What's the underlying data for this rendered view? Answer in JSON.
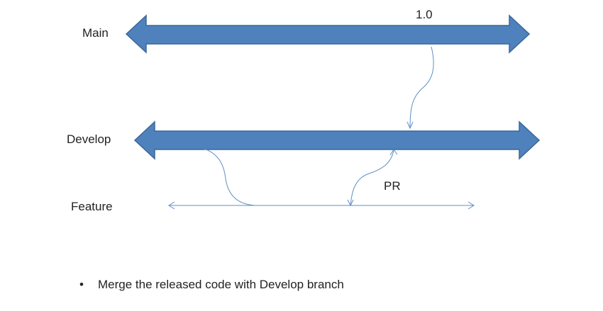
{
  "branches": {
    "main": {
      "label": "Main"
    },
    "develop": {
      "label": "Develop"
    },
    "feature": {
      "label": "Feature"
    }
  },
  "annotations": {
    "release_tag": "1.0",
    "pull_request": "PR"
  },
  "notes": [
    "Merge the released code with Develop branch"
  ],
  "colors": {
    "branch_fill": "#4f81bd",
    "branch_stroke": "#3a6898",
    "connector": "#5f8fc3",
    "text": "#222222"
  }
}
